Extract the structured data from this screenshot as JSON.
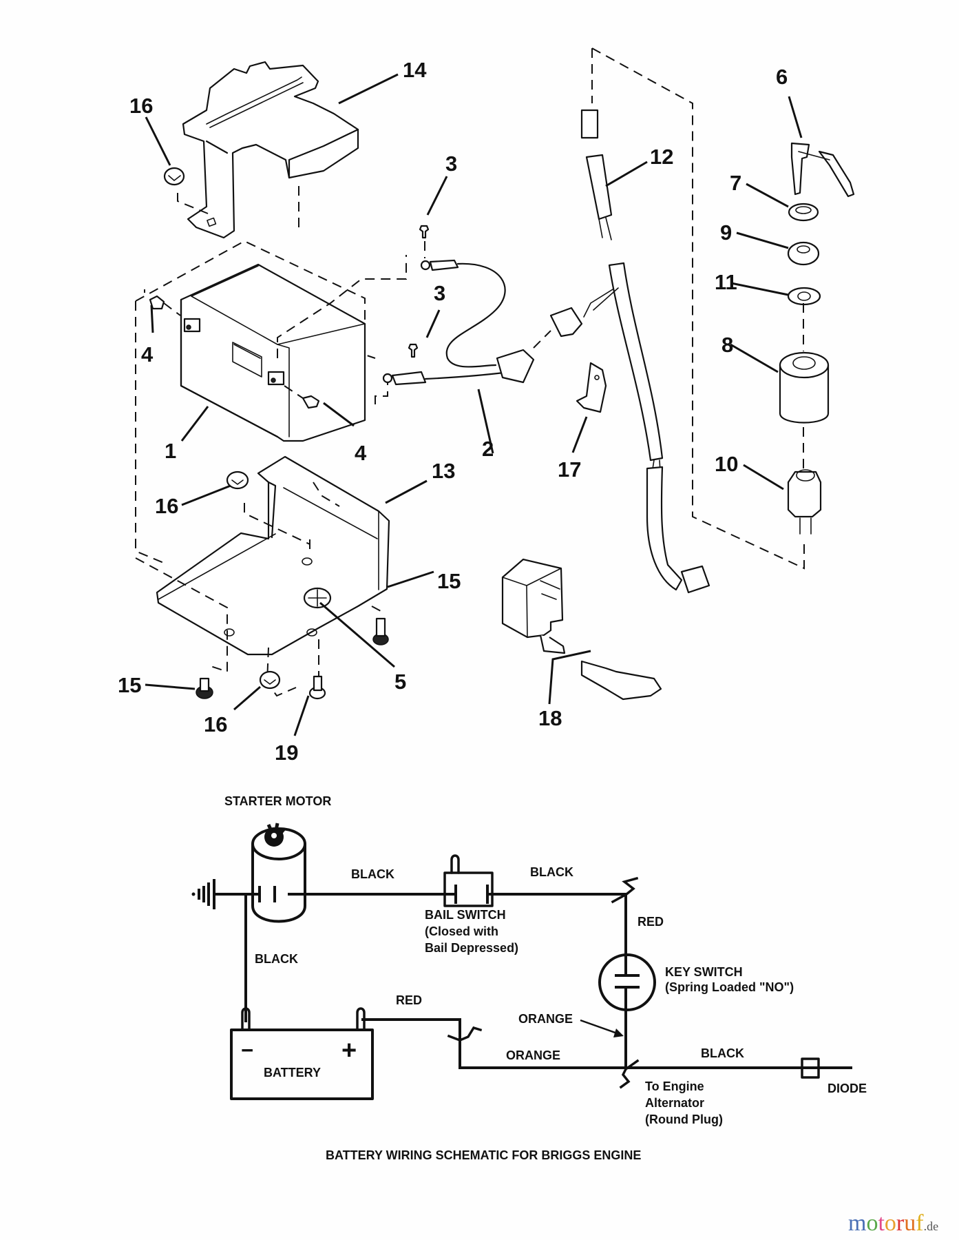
{
  "exploded_view": {
    "callouts": [
      {
        "id": "c14",
        "label": "14",
        "part": "battery-hold-down-bracket"
      },
      {
        "id": "c16a",
        "label": "16",
        "part": "hex-nut"
      },
      {
        "id": "c3a",
        "label": "3",
        "part": "terminal-bolt"
      },
      {
        "id": "c3b",
        "label": "3",
        "part": "terminal-bolt"
      },
      {
        "id": "c12",
        "label": "12",
        "part": "wiring-harness"
      },
      {
        "id": "c6",
        "label": "6",
        "part": "ignition-keys"
      },
      {
        "id": "c7",
        "label": "7",
        "part": "bezel-nut"
      },
      {
        "id": "c9",
        "label": "9",
        "part": "hex-nut"
      },
      {
        "id": "c11",
        "label": "11",
        "part": "washer"
      },
      {
        "id": "c8",
        "label": "8",
        "part": "spacer"
      },
      {
        "id": "c10",
        "label": "10",
        "part": "key-switch"
      },
      {
        "id": "c4a",
        "label": "4",
        "part": "terminal-nut"
      },
      {
        "id": "c4b",
        "label": "4",
        "part": "terminal-nut"
      },
      {
        "id": "c1",
        "label": "1",
        "part": "battery"
      },
      {
        "id": "c2",
        "label": "2",
        "part": "battery-cable-harness"
      },
      {
        "id": "c17",
        "label": "17",
        "part": "clip"
      },
      {
        "id": "c13",
        "label": "13",
        "part": "battery-tray"
      },
      {
        "id": "c16b",
        "label": "16",
        "part": "hex-nut"
      },
      {
        "id": "c15a",
        "label": "15",
        "part": "screw"
      },
      {
        "id": "c5",
        "label": "5",
        "part": "lock-washer"
      },
      {
        "id": "c15b",
        "label": "15",
        "part": "screw"
      },
      {
        "id": "c16c",
        "label": "16",
        "part": "hex-nut"
      },
      {
        "id": "c19",
        "label": "19",
        "part": "screw"
      },
      {
        "id": "c18",
        "label": "18",
        "part": "diode-assembly"
      }
    ]
  },
  "schematic": {
    "title": "BATTERY WIRING SCHEMATIC FOR BRIGGS ENGINE",
    "components": {
      "starter_motor": "STARTER MOTOR",
      "bail_switch": "BAIL SWITCH",
      "bail_switch_note_1": "(Closed with",
      "bail_switch_note_2": "Bail Depressed)",
      "key_switch": "KEY SWITCH",
      "key_switch_note": "(Spring Loaded \"NO\")",
      "battery": "BATTERY",
      "battery_neg": "−",
      "battery_pos": "+",
      "diode": "DIODE",
      "alternator_1": "To Engine",
      "alternator_2": "Alternator",
      "alternator_3": "(Round Plug)"
    },
    "wires": {
      "starter_to_bail": "BLACK",
      "bail_to_junction": "BLACK",
      "junction_to_key": "RED",
      "ground_to_battery": "BLACK",
      "battery_pos": "RED",
      "key_to_alt": "ORANGE",
      "battery_to_alt": "ORANGE",
      "alt_to_diode": "BLACK"
    },
    "wire_colors": {
      "BLACK": "#000000",
      "RED": "#ff0000",
      "ORANGE": "#ff8c00"
    }
  },
  "watermark": {
    "letters": [
      "m",
      "o",
      "t",
      "o",
      "r",
      "u",
      "f"
    ],
    "suffix": ".de"
  }
}
